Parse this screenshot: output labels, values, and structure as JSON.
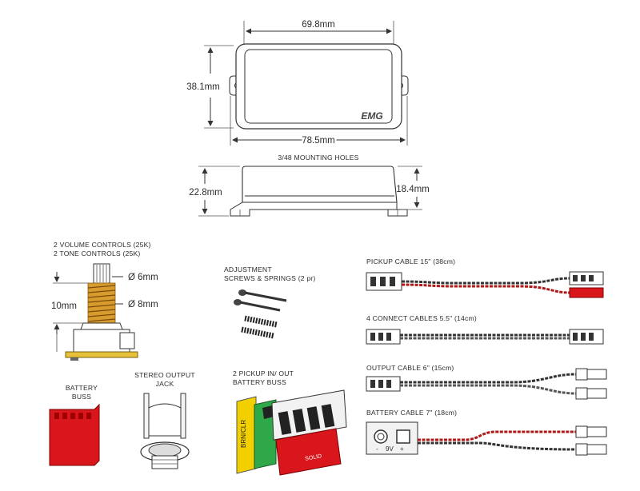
{
  "dimensions": {
    "top_width": "69.8mm",
    "height": "38.1mm",
    "overall_width": "78.5mm",
    "mounting_holes": "3/48 MOUNTING HOLES",
    "side_height": "22.8mm",
    "body_height": "18.4mm"
  },
  "pickup": {
    "logo": "EMG"
  },
  "pots": {
    "line1": "2 VOLUME CONTROLS (25K)",
    "line2": "2 TONE CONTROLS (25K)",
    "shaft": "Ø 6mm",
    "thread": "Ø 8mm",
    "length": "10mm"
  },
  "screws": {
    "line1": "ADJUSTMENT",
    "line2": "SCREWS & SPRINGS (2 pr)"
  },
  "cables": {
    "pickup": "PICKUP CABLE 15\" (38cm)",
    "connect": "4 CONNECT CABLES 5.5\" (14cm)",
    "output": "OUTPUT CABLE 6\" (15cm)",
    "battery": "BATTERY CABLE 7\" (18cm)",
    "battery_plus": "+",
    "battery_9v": "9V",
    "battery_minus": "-"
  },
  "battery_buss": {
    "line1": "BATTERY",
    "line2": "BUSS"
  },
  "jack": {
    "line1": "STEREO OUTPUT",
    "line2": "JACK"
  },
  "pickup_buss": {
    "line1": "2 PICKUP IN/ OUT",
    "line2": "BATTERY BUSS",
    "green_text": "BRN/CLR",
    "red_text": "SOLID"
  },
  "colors": {
    "red": "#d8161c",
    "green": "#2fa84a",
    "yellow": "#f2d000",
    "gold": "#c8901e"
  }
}
